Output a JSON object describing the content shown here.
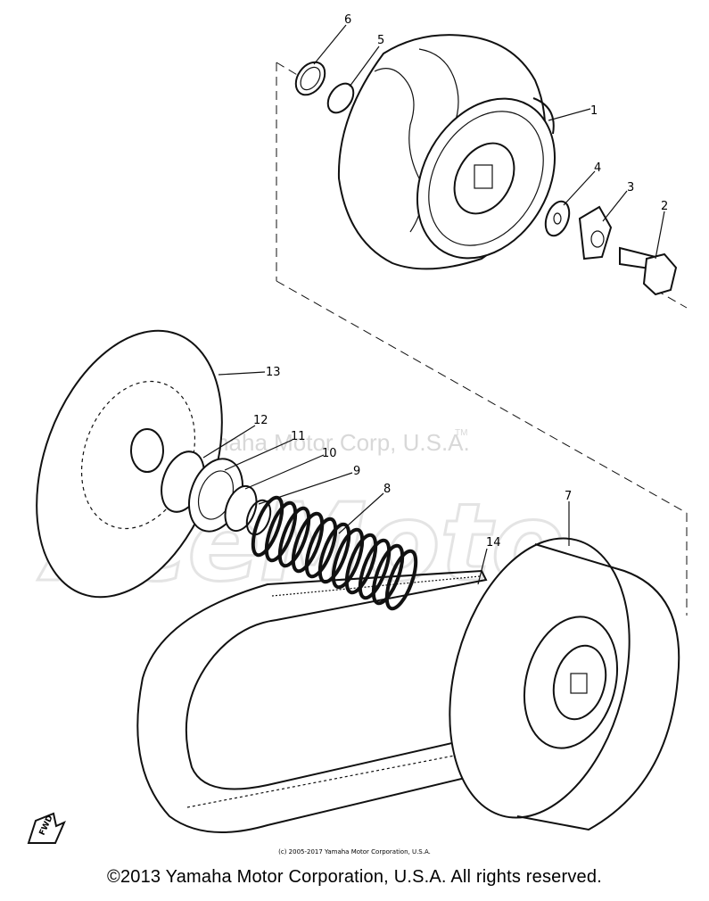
{
  "diagram": {
    "watermark_text": "Yamaha Motor Corp, U.S.A.",
    "watermark_tm": "TM",
    "watermark_brand": "AceMoto",
    "direction_label": "FWD",
    "callouts": [
      "1",
      "2",
      "3",
      "4",
      "5",
      "6",
      "7",
      "8",
      "9",
      "10",
      "11",
      "12",
      "13",
      "14"
    ]
  },
  "footer": {
    "small_copyright": "(c) 2005-2017 Yamaha Motor Corporation, U.S.A.",
    "copyright": "©2013 Yamaha Motor Corporation, U.S.A. All rights reserved."
  }
}
